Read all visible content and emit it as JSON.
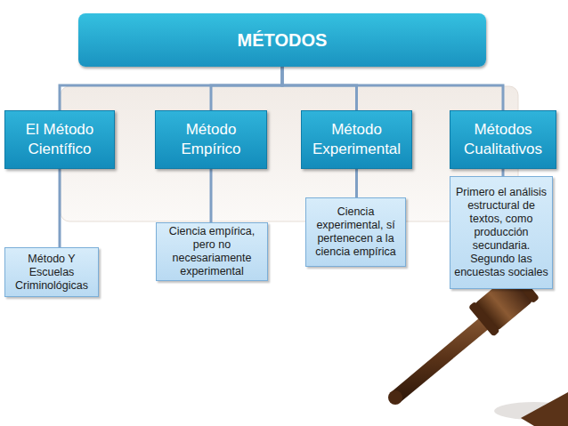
{
  "diagram": {
    "nodes": [
      {
        "text": [
          "MÉTODOS"
        ]
      },
      {
        "text": [
          "El Método Científico"
        ]
      },
      {
        "text": [
          "Método Empírico"
        ]
      },
      {
        "text": [
          "Método Experimental"
        ]
      },
      {
        "text": [
          "Métodos Cualitativos"
        ]
      },
      {
        "text": [
          "Método Y Escuelas Criminológicas"
        ]
      },
      {
        "text": [
          "Ciencia empírica, pero no necesariamente experimental"
        ]
      },
      {
        "text": [
          "Ciencia experimental, sí pertenecen a la ciencia empírica"
        ]
      },
      {
        "text": [
          "Primero el análisis estructural de textos, como producción secundaria. Segundo las encuestas sociales"
        ]
      }
    ],
    "edges": [
      {
        "from": 0,
        "to": 1,
        "arrow": "none"
      },
      {
        "from": 0,
        "to": 2,
        "arrow": "none"
      },
      {
        "from": 0,
        "to": 3,
        "arrow": "none"
      },
      {
        "from": 0,
        "to": 4,
        "arrow": "none"
      },
      {
        "from": 1,
        "to": 5,
        "arrow": "none"
      },
      {
        "from": 2,
        "to": 6,
        "arrow": "none"
      },
      {
        "from": 3,
        "to": 7,
        "arrow": "none"
      },
      {
        "from": 4,
        "to": 8,
        "arrow": "none"
      }
    ]
  }
}
